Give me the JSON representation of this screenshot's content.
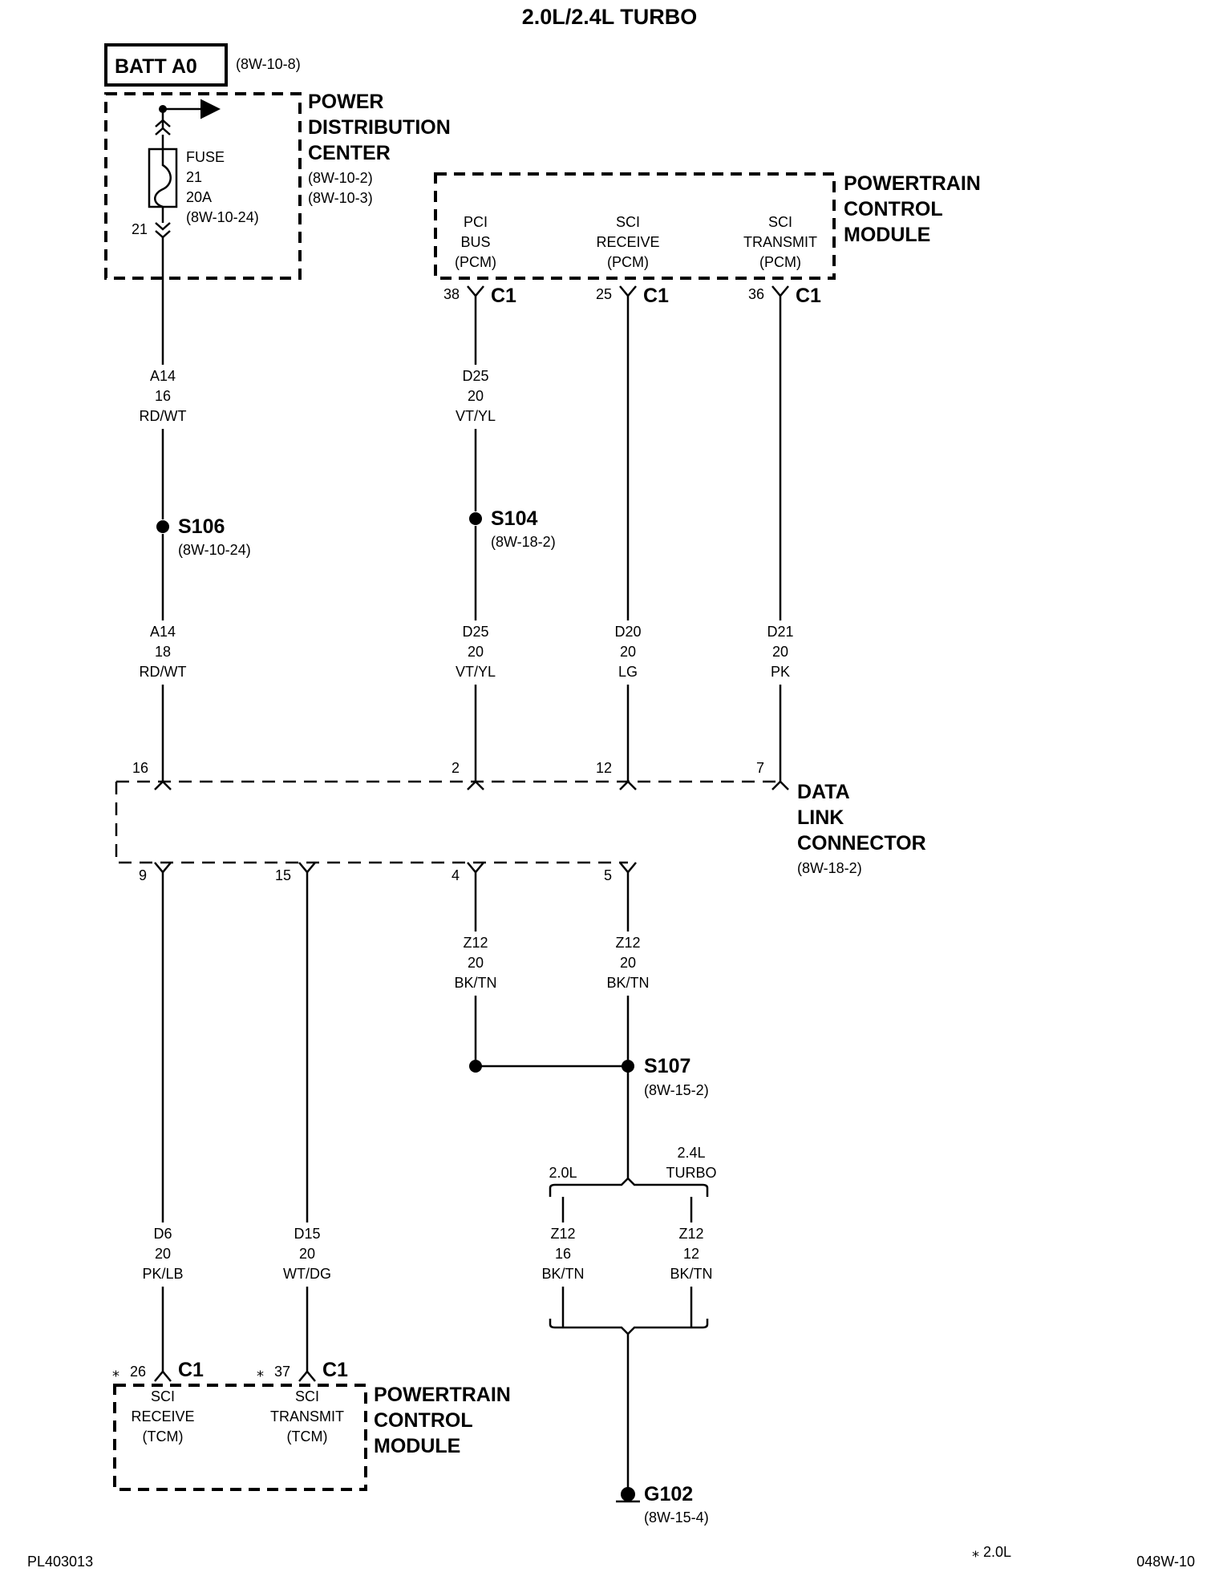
{
  "title": "2.0L/2.4L TURBO",
  "batt": {
    "label": "BATT A0",
    "ref": "(8W-10-8)"
  },
  "pdc": {
    "name_lines": [
      "POWER",
      "DISTRIBUTION",
      "CENTER"
    ],
    "refs": [
      "(8W-10-2)",
      "(8W-10-3)"
    ],
    "fuse_lines": [
      "FUSE",
      "21",
      "20A",
      "(8W-10-24)"
    ],
    "pin": "21"
  },
  "pcm_top": {
    "name_lines": [
      "POWERTRAIN",
      "CONTROL",
      "MODULE"
    ],
    "terminals": [
      {
        "lines": [
          "PCI",
          "BUS",
          "(PCM)"
        ],
        "pin": "38",
        "conn": "C1"
      },
      {
        "lines": [
          "SCI",
          "RECEIVE",
          "(PCM)"
        ],
        "pin": "25",
        "conn": "C1"
      },
      {
        "lines": [
          "SCI",
          "TRANSMIT",
          "(PCM)"
        ],
        "pin": "36",
        "conn": "C1"
      }
    ]
  },
  "wires": {
    "a14_upper": [
      "A14",
      "16",
      "RD/WT"
    ],
    "d25_upper": [
      "D25",
      "20",
      "VT/YL"
    ],
    "a14_lower": [
      "A14",
      "18",
      "RD/WT"
    ],
    "d25_lower": [
      "D25",
      "20",
      "VT/YL"
    ],
    "d20": [
      "D20",
      "20",
      "LG"
    ],
    "d21": [
      "D21",
      "20",
      "PK"
    ],
    "z12_a": [
      "Z12",
      "20",
      "BK/TN"
    ],
    "z12_b": [
      "Z12",
      "20",
      "BK/TN"
    ],
    "d6": [
      "D6",
      "20",
      "PK/LB"
    ],
    "d15": [
      "D15",
      "20",
      "WT/DG"
    ],
    "z12_20l": [
      "Z12",
      "16",
      "BK/TN"
    ],
    "z12_24l": [
      "Z12",
      "12",
      "BK/TN"
    ]
  },
  "splices": {
    "s106": {
      "name": "S106",
      "ref": "(8W-10-24)"
    },
    "s104": {
      "name": "S104",
      "ref": "(8W-18-2)"
    },
    "s107": {
      "name": "S107",
      "ref": "(8W-15-2)"
    }
  },
  "dlc": {
    "name_lines": [
      "DATA",
      "LINK",
      "CONNECTOR"
    ],
    "ref": "(8W-18-2)",
    "top_pins": [
      "16",
      "2",
      "12",
      "7"
    ],
    "bottom_pins": [
      "9",
      "15",
      "4",
      "5"
    ]
  },
  "branch": {
    "left": "2.0L",
    "right_lines": [
      "2.4L",
      "TURBO"
    ]
  },
  "pcm_bottom": {
    "name_lines": [
      "POWERTRAIN",
      "CONTROL",
      "MODULE"
    ],
    "terminals": [
      {
        "lines": [
          "SCI",
          "RECEIVE",
          "(TCM)"
        ],
        "pin": "26",
        "conn": "C1",
        "star": "⁎"
      },
      {
        "lines": [
          "SCI",
          "TRANSMIT",
          "(TCM)"
        ],
        "pin": "37",
        "conn": "C1",
        "star": "⁎"
      }
    ]
  },
  "ground": {
    "name": "G102",
    "ref": "(8W-15-4)"
  },
  "footnote": "⁎ 2.0L",
  "code_left": "PL403013",
  "code_right": "048W-10"
}
